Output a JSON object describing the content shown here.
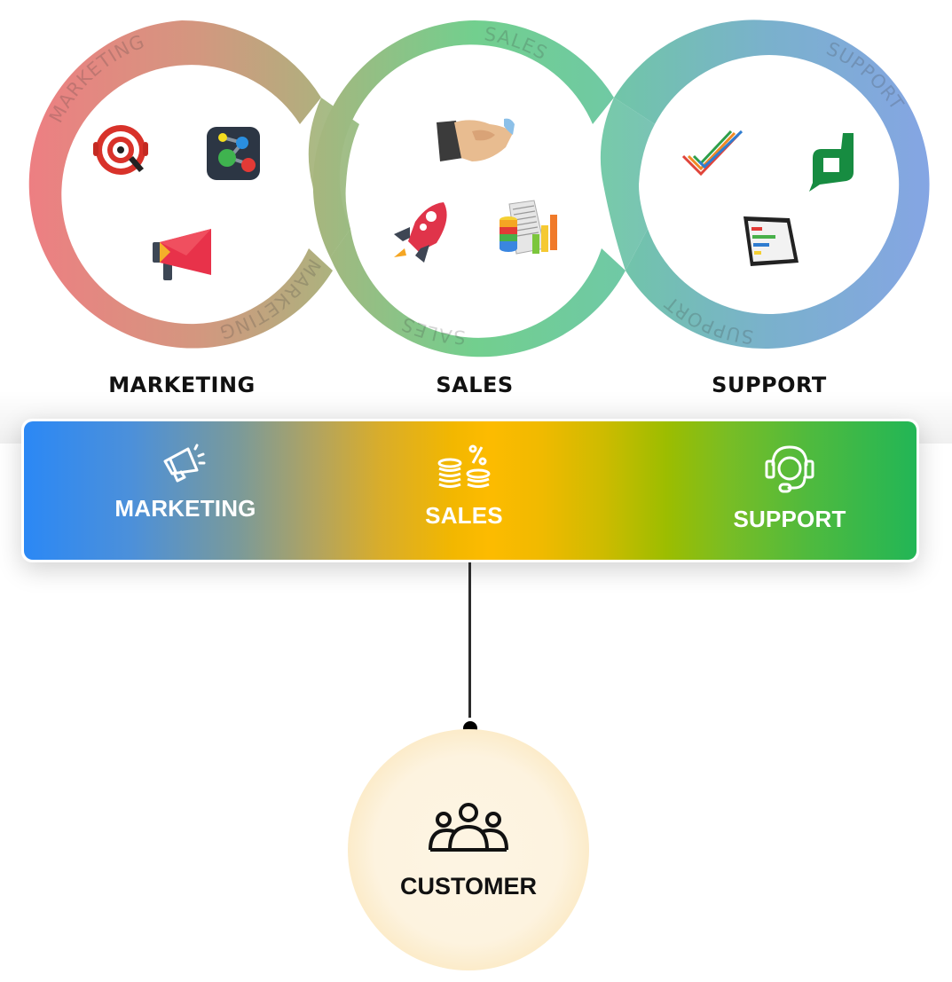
{
  "rings": [
    {
      "name": "marketing",
      "arc_text": "MARKETING",
      "icons": [
        "target-headset-icon",
        "campaign-flow-app-icon",
        "megaphone-envelope-icon"
      ]
    },
    {
      "name": "sales",
      "arc_text": "SALES",
      "icons": [
        "handshake-icon",
        "rocket-icon",
        "report-database-chart-icon"
      ]
    },
    {
      "name": "support",
      "arc_text": "SUPPORT",
      "icons": [
        "checkmark-stripes-icon",
        "desk-speech-logo-icon",
        "survey-tablet-icon"
      ]
    }
  ],
  "stage_labels": [
    "MARKETING",
    "SALES",
    "SUPPORT"
  ],
  "banner": {
    "items": [
      {
        "label": "MARKETING",
        "icon": "megaphone-icon"
      },
      {
        "label": "SALES",
        "icon": "coins-percent-icon"
      },
      {
        "label": "SUPPORT",
        "icon": "headset-icon"
      }
    ],
    "colors": {
      "start": "#2b88f5",
      "middle": "#fdbb00",
      "end": "#22b656"
    }
  },
  "customer": {
    "label": "CUSTOMER",
    "icon": "group-users-icon"
  },
  "ring_colors": {
    "marketing_start": "#ef7d82",
    "marketing_end": "#a8b57e",
    "sales_start": "#a2b77f",
    "sales_end": "#6fcf98",
    "support_start": "#74c8a6",
    "support_end": "#83a6e2"
  }
}
